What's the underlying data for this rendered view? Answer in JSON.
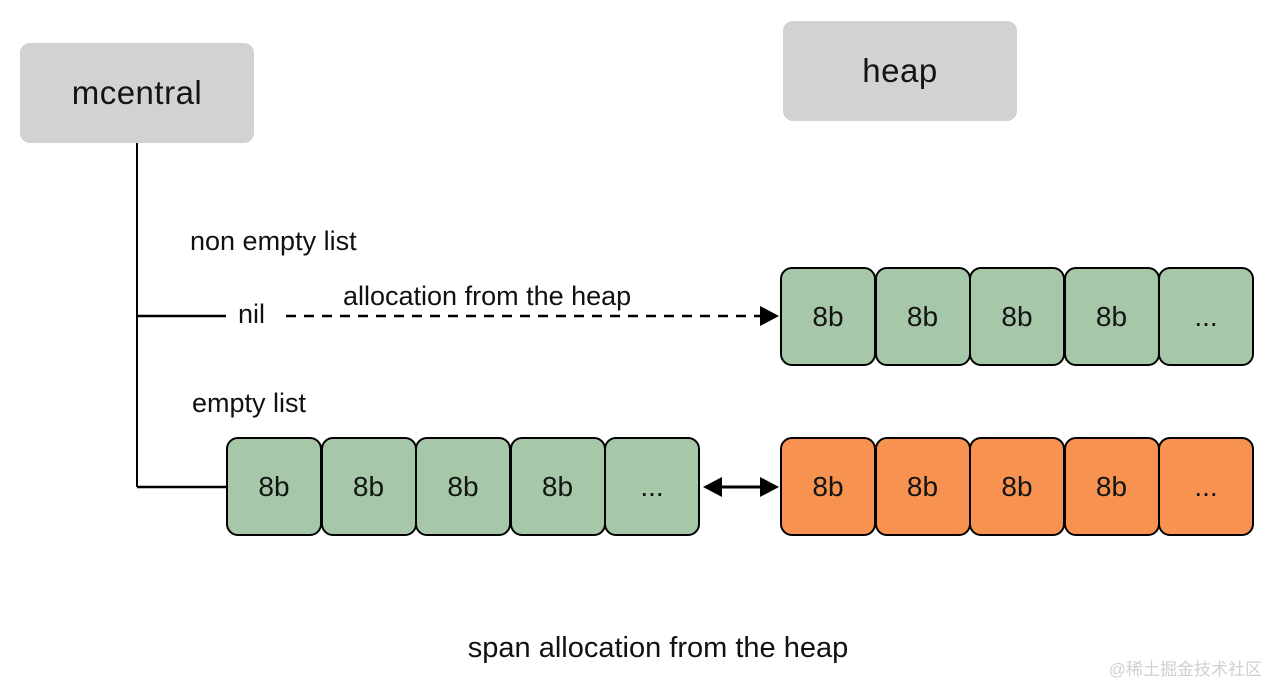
{
  "diagram": {
    "mcentral_label": "mcentral",
    "heap_label": "heap",
    "non_empty_list_label": "non empty list",
    "nil_label": "nil",
    "allocation_arrow_label": "allocation from the heap",
    "empty_list_label": "empty list",
    "caption": "span allocation from the heap",
    "watermark": "@稀土掘金技术社区",
    "non_empty_row": [
      "8b",
      "8b",
      "8b",
      "8b",
      "..."
    ],
    "empty_row_left": [
      "8b",
      "8b",
      "8b",
      "8b",
      "..."
    ],
    "empty_row_right": [
      "8b",
      "8b",
      "8b",
      "8b",
      "..."
    ],
    "colors": {
      "node_gray": "#d2d2d2",
      "span_green": "#a6c8a9",
      "span_orange": "#f79250",
      "stroke": "#000000",
      "watermark_gray": "#d0d0d0"
    }
  }
}
